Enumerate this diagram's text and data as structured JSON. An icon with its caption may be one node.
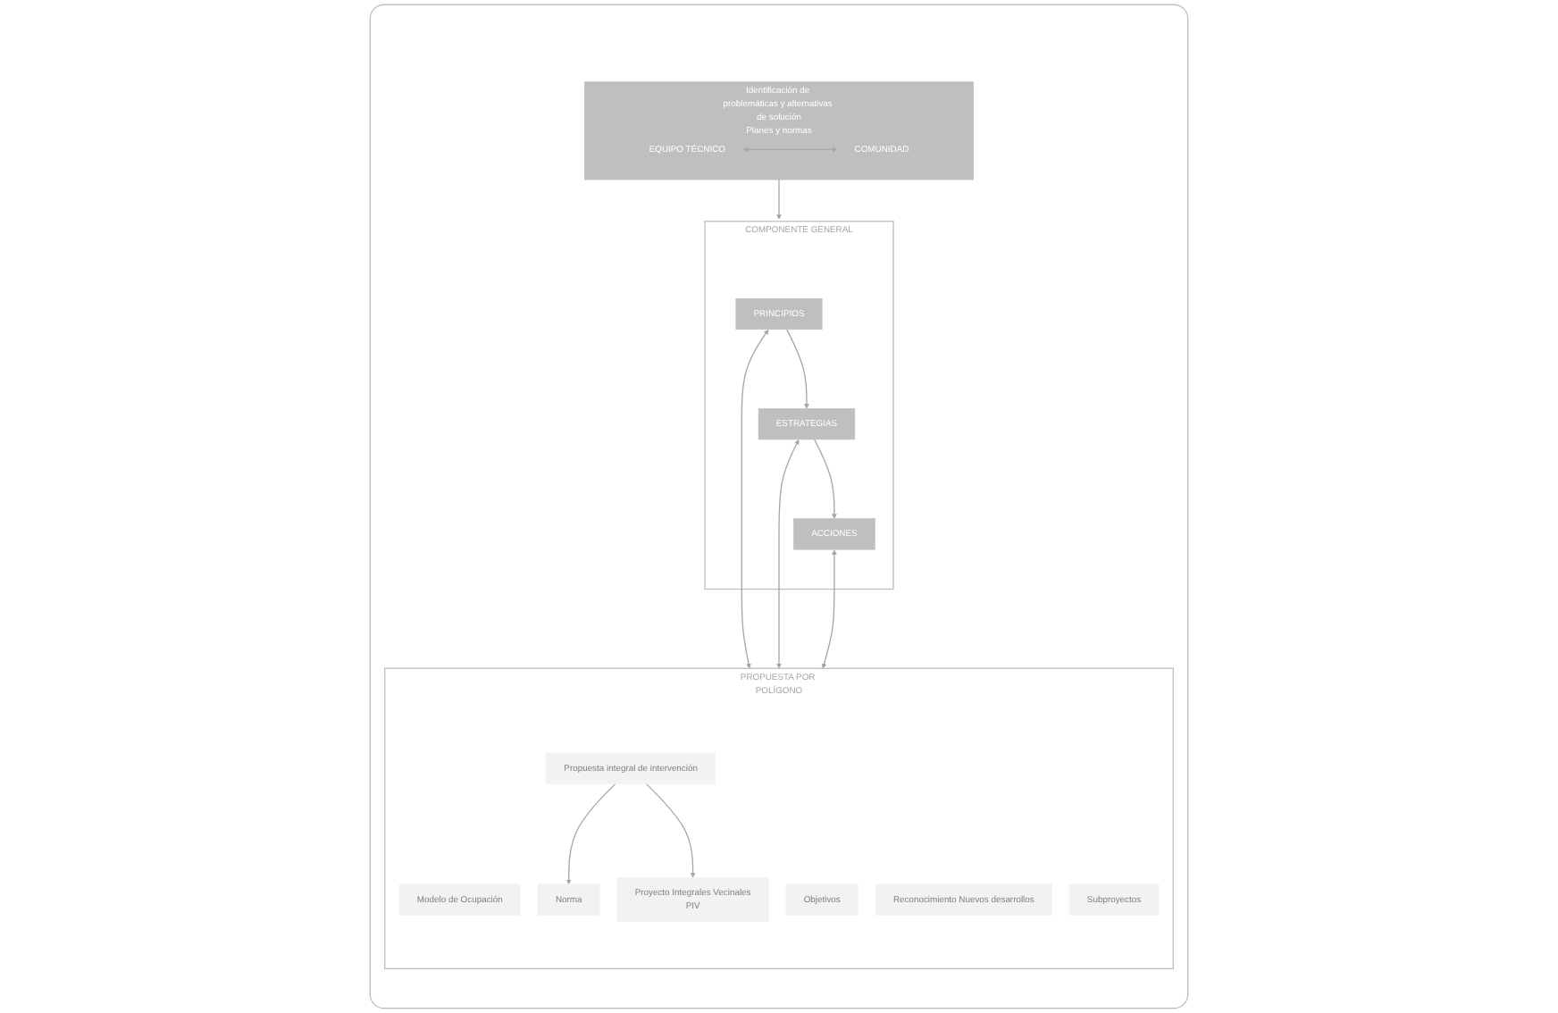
{
  "diagram": {
    "nodes": [
      {
        "text": [],
        "shape": "box"
      },
      {
        "text": [
          "Identificación de problemáticas y alternativas de solución",
          "Planes y normas"
        ],
        "in": 0
      },
      {
        "text": [
          "EQUIPO TÉCNICO"
        ],
        "in": 1
      },
      {
        "text": [
          "COMUNIDAD"
        ],
        "in": 1
      },
      {
        "text": [
          "COMPONENTE GENERAL"
        ],
        "in": 0
      },
      {
        "text": [
          "PRINCIPIOS"
        ],
        "in": 4
      },
      {
        "text": [
          "ESTRATEGIAS"
        ],
        "in": 4
      },
      {
        "text": [
          "ACCIONES"
        ],
        "in": 4
      },
      {
        "text": [
          "PROPUESTA POR POLÍGONO"
        ],
        "in": 0
      },
      {
        "text": [
          "Modelo de Ocupación"
        ],
        "in": 8
      },
      {
        "text": [
          "Objetivos"
        ],
        "in": 8
      },
      {
        "text": [
          "Propuesta integral de intervención"
        ],
        "in": 8
      },
      {
        "text": [
          "Norma"
        ],
        "in": 8
      },
      {
        "text": [
          "Proyecto Integrales Vecinales",
          "PIV"
        ],
        "in": 8
      },
      {
        "text": [
          "Reconocimiento Nuevos desarrollos"
        ],
        "in": 8
      },
      {
        "text": [
          "Subproyectos"
        ],
        "in": 8
      }
    ],
    "edges": [
      {
        "from": 2,
        "to": 3,
        "arrow": "both"
      },
      {
        "from": 1,
        "to": 4,
        "arrow": "to"
      },
      {
        "from": 5,
        "to": 6,
        "arrow": "to"
      },
      {
        "from": 6,
        "to": 7,
        "arrow": "to"
      },
      {
        "from": 5,
        "to": 8,
        "arrow": "both"
      },
      {
        "from": 6,
        "to": 8,
        "arrow": "both"
      },
      {
        "from": 7,
        "to": 8,
        "arrow": "both"
      },
      {
        "from": 11,
        "to": 12,
        "arrow": "to"
      },
      {
        "from": 11,
        "to": 13,
        "arrow": "to"
      }
    ]
  }
}
